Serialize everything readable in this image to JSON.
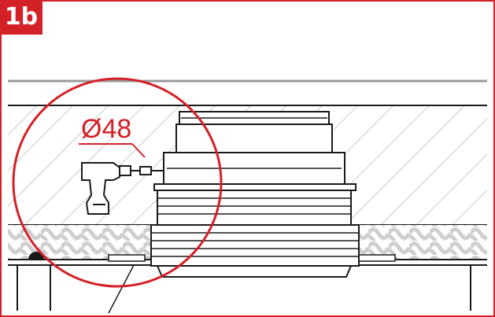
{
  "step": {
    "label": "1b"
  },
  "callout": {
    "diameter_label": "Ø48"
  },
  "colors": {
    "accent": "#d42027",
    "line": "#1a1a1a",
    "hatch": "#b5b5b5",
    "insulation": "#d8d8d8",
    "ceiling": "#9a9a9a"
  },
  "icons": {
    "tool": "drill-icon",
    "step": "step-badge"
  }
}
